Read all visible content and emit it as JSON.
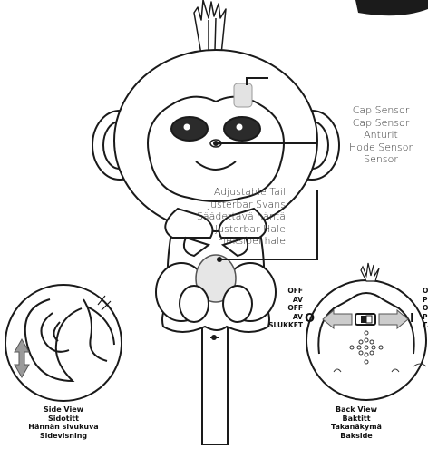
{
  "cap_sensor_labels": [
    "Cap Sensor",
    "Cap Sensor",
    "Anturit",
    "Hode Sensor",
    "Sensor"
  ],
  "tail_labels": [
    "Adjustable Tail",
    "Justerbar Svans",
    "Säädettävä häntä",
    "Justerbar Hale",
    "Fleksibel hale"
  ],
  "switch_left_labels": [
    "OFF",
    "AV",
    "OFF",
    "AV",
    "SLUKKET"
  ],
  "switch_right_labels": [
    "O",
    "P",
    "O",
    "P",
    "TÆ"
  ],
  "switch_off_symbol": "O",
  "switch_on_symbol": "I",
  "side_view_labels": [
    "Side View",
    "Sidotitt",
    "Hännän sivukuva",
    "Sidevisning"
  ],
  "back_view_labels": [
    "Back View",
    "Baktitt",
    "Takanäkymä",
    "Bakside"
  ]
}
